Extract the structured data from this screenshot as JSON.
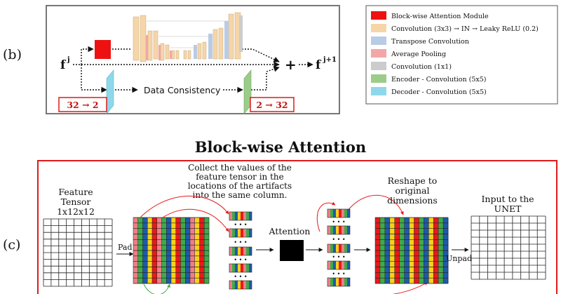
{
  "panel_b": {
    "label": "(b)",
    "input_label": "f",
    "input_sup": "j",
    "output_label": "f",
    "output_sup": "j+1",
    "plus": "+",
    "data_consistency": "Data Consistency",
    "box_left": "32 → 2",
    "box_right": "2 → 32"
  },
  "legend": {
    "items": [
      {
        "label": "Block-wise Attention Module",
        "color": "#ee1111"
      },
      {
        "label": "Convolution (3x3) → IN → Leaky ReLU (0.2)",
        "color": "#f5d6a8"
      },
      {
        "label": "Transpose Convolution",
        "color": "#b9cce6"
      },
      {
        "label": "Average Pooling",
        "color": "#f4a6a6"
      },
      {
        "label": "Convolution (1x1)",
        "color": "#cccccc"
      },
      {
        "label": "Encoder - Convolution (5x5)",
        "color": "#9ccc8a"
      },
      {
        "label": "Decoder - Convolution (5x5)",
        "color": "#8ed8ea"
      }
    ]
  },
  "panel_c": {
    "title": "Block-wise Attention",
    "label": "(c)",
    "feature_line1": "Feature",
    "feature_line2": "Tensor",
    "feature_line3": "1x12x12",
    "pad": "Pad",
    "collect_line1": "Collect the values of the",
    "collect_line2": "feature tensor in the",
    "collect_line3": "locations of the artifacts",
    "collect_line4": "into the same column.",
    "attention": "Attention",
    "reshape_line1": "Reshape to",
    "reshape_line2": "original",
    "reshape_line3": "dimensions",
    "unpad": "Unpad",
    "input_line1": "Input to the",
    "input_line2": "UNET",
    "dots": "• • •"
  },
  "colors": {
    "red": "#e8191a",
    "green": "#3faa4a",
    "blue": "#1f5aa8",
    "yellow": "#f5d21c",
    "pink": "#ef7e87",
    "panel_border": "#e11919"
  }
}
